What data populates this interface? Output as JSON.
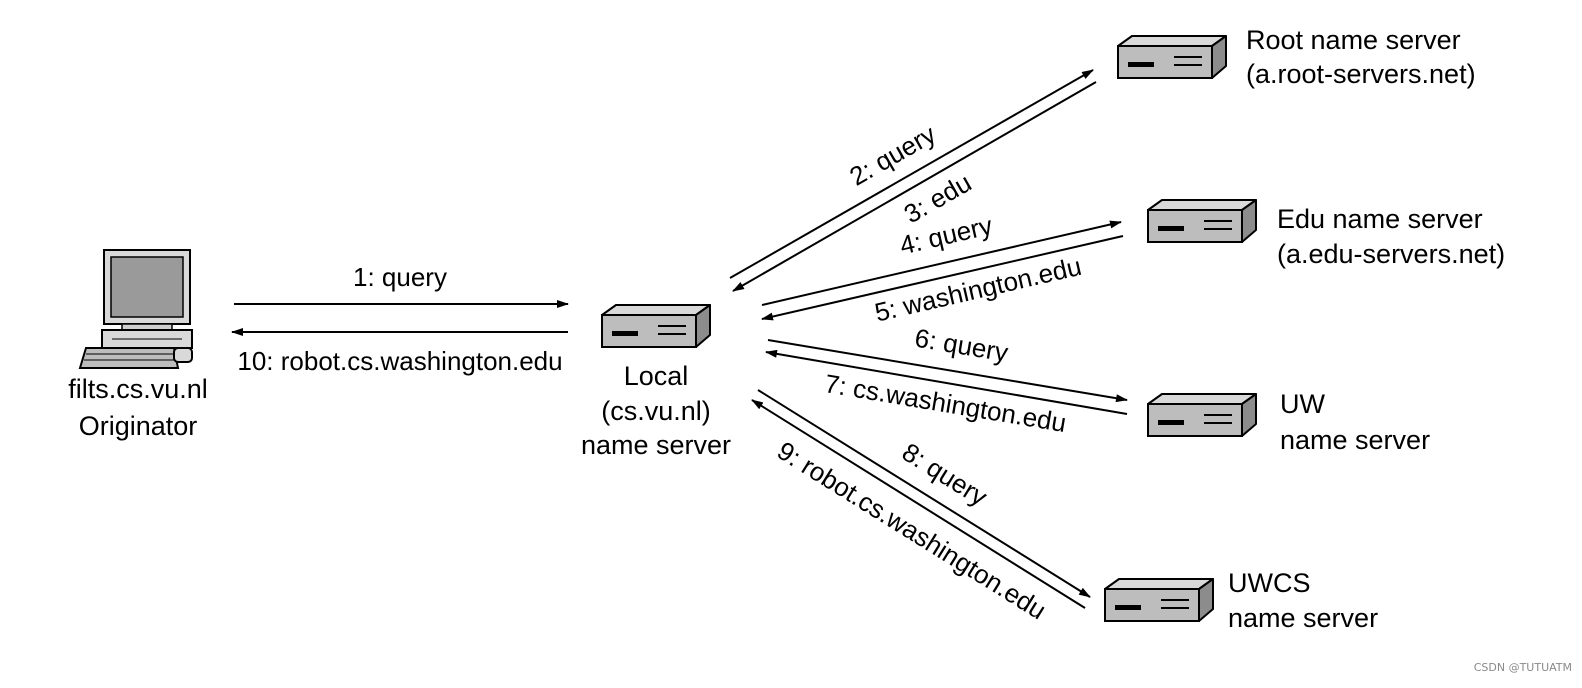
{
  "colors": {
    "server_top": "#d9d9d9",
    "server_front": "#b8b8b8",
    "server_side": "#8c8c8c",
    "ink": "#000000"
  },
  "nodes": {
    "originator": {
      "name": "filts.cs.vu.nl",
      "role": "Originator",
      "icon": "computer-icon"
    },
    "local": {
      "line1": "Local",
      "line2": "(cs.vu.nl)",
      "line3": "name server",
      "icon": "server-icon"
    },
    "root": {
      "line1": "Root name server",
      "line2": "(a.root-servers.net)",
      "icon": "server-icon"
    },
    "edu": {
      "line1": "Edu name server",
      "line2": "(a.edu-servers.net)",
      "icon": "server-icon"
    },
    "uw": {
      "line1": "UW",
      "line2": "name server",
      "icon": "server-icon"
    },
    "uwcs": {
      "line1": "UWCS",
      "line2": "name server",
      "icon": "server-icon"
    }
  },
  "messages": {
    "m1": "1: query",
    "m2": "2: query",
    "m3": "3: edu",
    "m4": "4: query",
    "m5": "5: washington.edu",
    "m6": "6: query",
    "m7": "7: cs.washington.edu",
    "m8": "8: query",
    "m9": "9: robot.cs.washington.edu",
    "m10": "10: robot.cs.washington.edu"
  },
  "watermark": "CSDN @TUTUATM"
}
